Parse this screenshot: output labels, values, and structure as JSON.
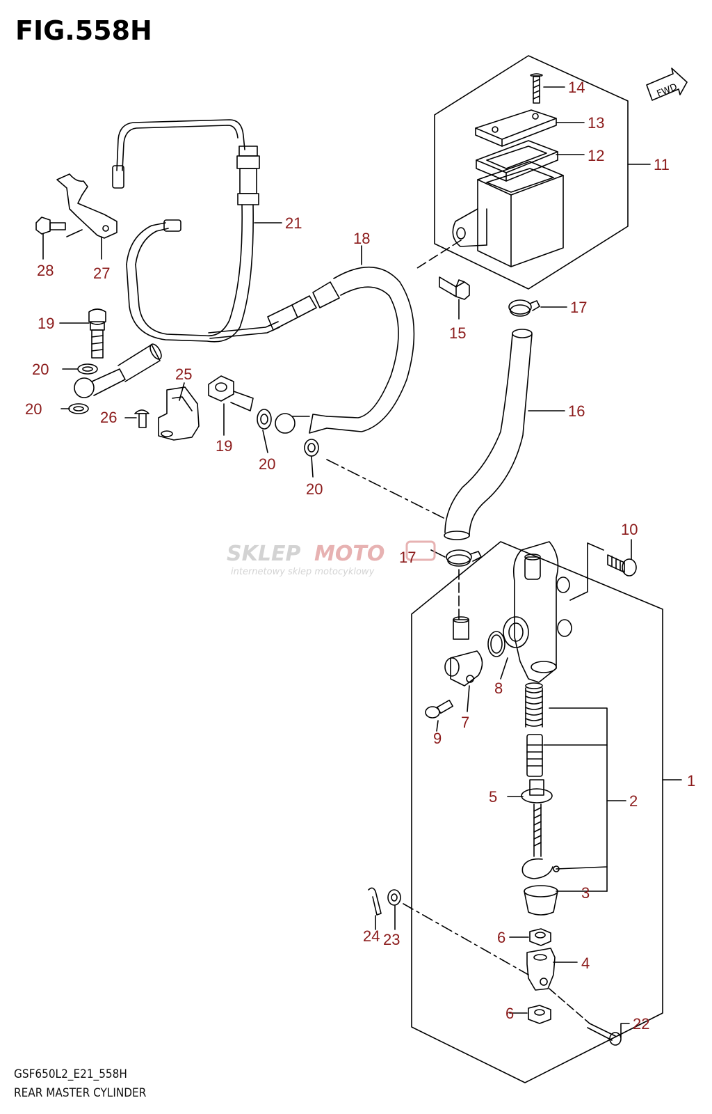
{
  "figure": {
    "title": "FIG.558H"
  },
  "footer": {
    "code": "GSF650L2_E21_558H",
    "caption": "REAR MASTER CYLINDER"
  },
  "direction_badge": {
    "text": "FWD"
  },
  "watermark": {
    "brand_left": "SKLEP",
    "brand_mid": "MOTO",
    "tagline": "internetowy sklep motocyklowy"
  },
  "colors": {
    "callout": "#8b1a1a",
    "line": "#000000",
    "watermark_red": "#e2a0a0",
    "watermark_gray": "#c9c9c9"
  },
  "callouts": {
    "c1": "1",
    "c2": "2",
    "c3": "3",
    "c4": "4",
    "c5": "5",
    "c6a": "6",
    "c6b": "6",
    "c7": "7",
    "c8": "8",
    "c9": "9",
    "c10": "10",
    "c11": "11",
    "c12": "12",
    "c13": "13",
    "c14": "14",
    "c15": "15",
    "c16": "16",
    "c17a": "17",
    "c17b": "17",
    "c18": "18",
    "c19a": "19",
    "c19b": "19",
    "c20a": "20",
    "c20b": "20",
    "c20c": "20",
    "c20d": "20",
    "c21": "21",
    "c22": "22",
    "c23": "23",
    "c24": "24",
    "c25": "25",
    "c26": "26",
    "c27": "27",
    "c28": "28"
  }
}
